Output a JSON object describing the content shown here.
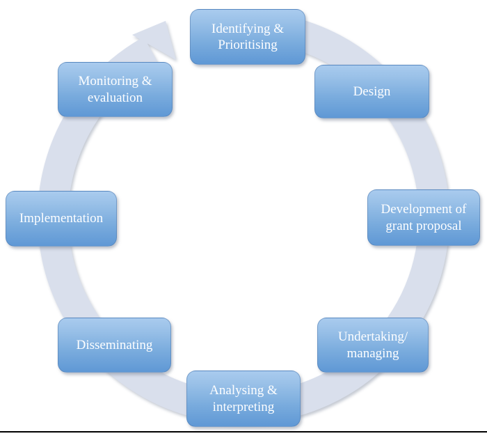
{
  "diagram": {
    "type": "cycle",
    "flow_direction": "clockwise",
    "nodes": [
      {
        "id": "identifying-prioritising",
        "label": "Identifying &\nPrioritising"
      },
      {
        "id": "design",
        "label": "Design"
      },
      {
        "id": "development-grant-proposal",
        "label": "Development of\ngrant proposal"
      },
      {
        "id": "undertaking-managing",
        "label": "Undertaking/\nmanaging"
      },
      {
        "id": "analysing-interpreting",
        "label": "Analysing &\ninterpreting"
      },
      {
        "id": "disseminating",
        "label": "Disseminating"
      },
      {
        "id": "implementation",
        "label": "Implementation"
      },
      {
        "id": "monitoring-evaluation",
        "label": "Monitoring &\nevaluation"
      }
    ],
    "colors": {
      "node_gradient_top": "#a9cbee",
      "node_gradient_bottom": "#5f98d5",
      "node_text": "#fdfeff",
      "ring": "#d9dfec",
      "bottom_line": "#000000",
      "background": "#ffffff"
    }
  }
}
